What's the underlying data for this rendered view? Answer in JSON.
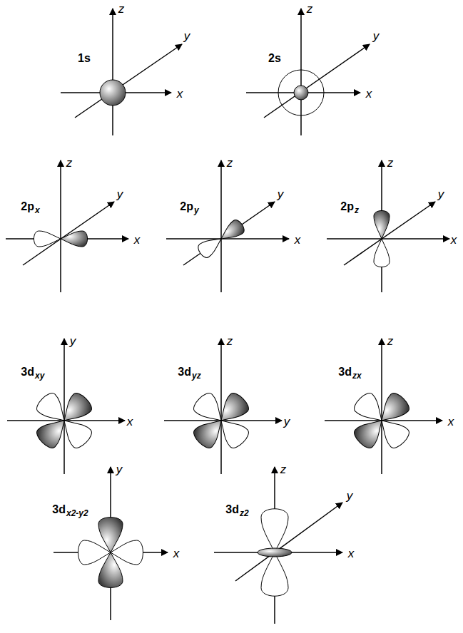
{
  "diagram": {
    "labels": [
      "z",
      "1s",
      "y",
      "x",
      "z",
      "2s",
      "y",
      "x",
      "z",
      "2p",
      "x",
      "y",
      "x",
      "z",
      "2p",
      "y",
      "y",
      "x",
      "z",
      "2p",
      "z",
      "y",
      "x",
      "y",
      "3d",
      "xy",
      "x",
      "z",
      "3d",
      "yz",
      "y",
      "z",
      "3d",
      "zx",
      "x",
      "y",
      "3d",
      "x2-y2",
      "x",
      "z",
      "3d",
      "z2",
      "y",
      "x"
    ]
  }
}
